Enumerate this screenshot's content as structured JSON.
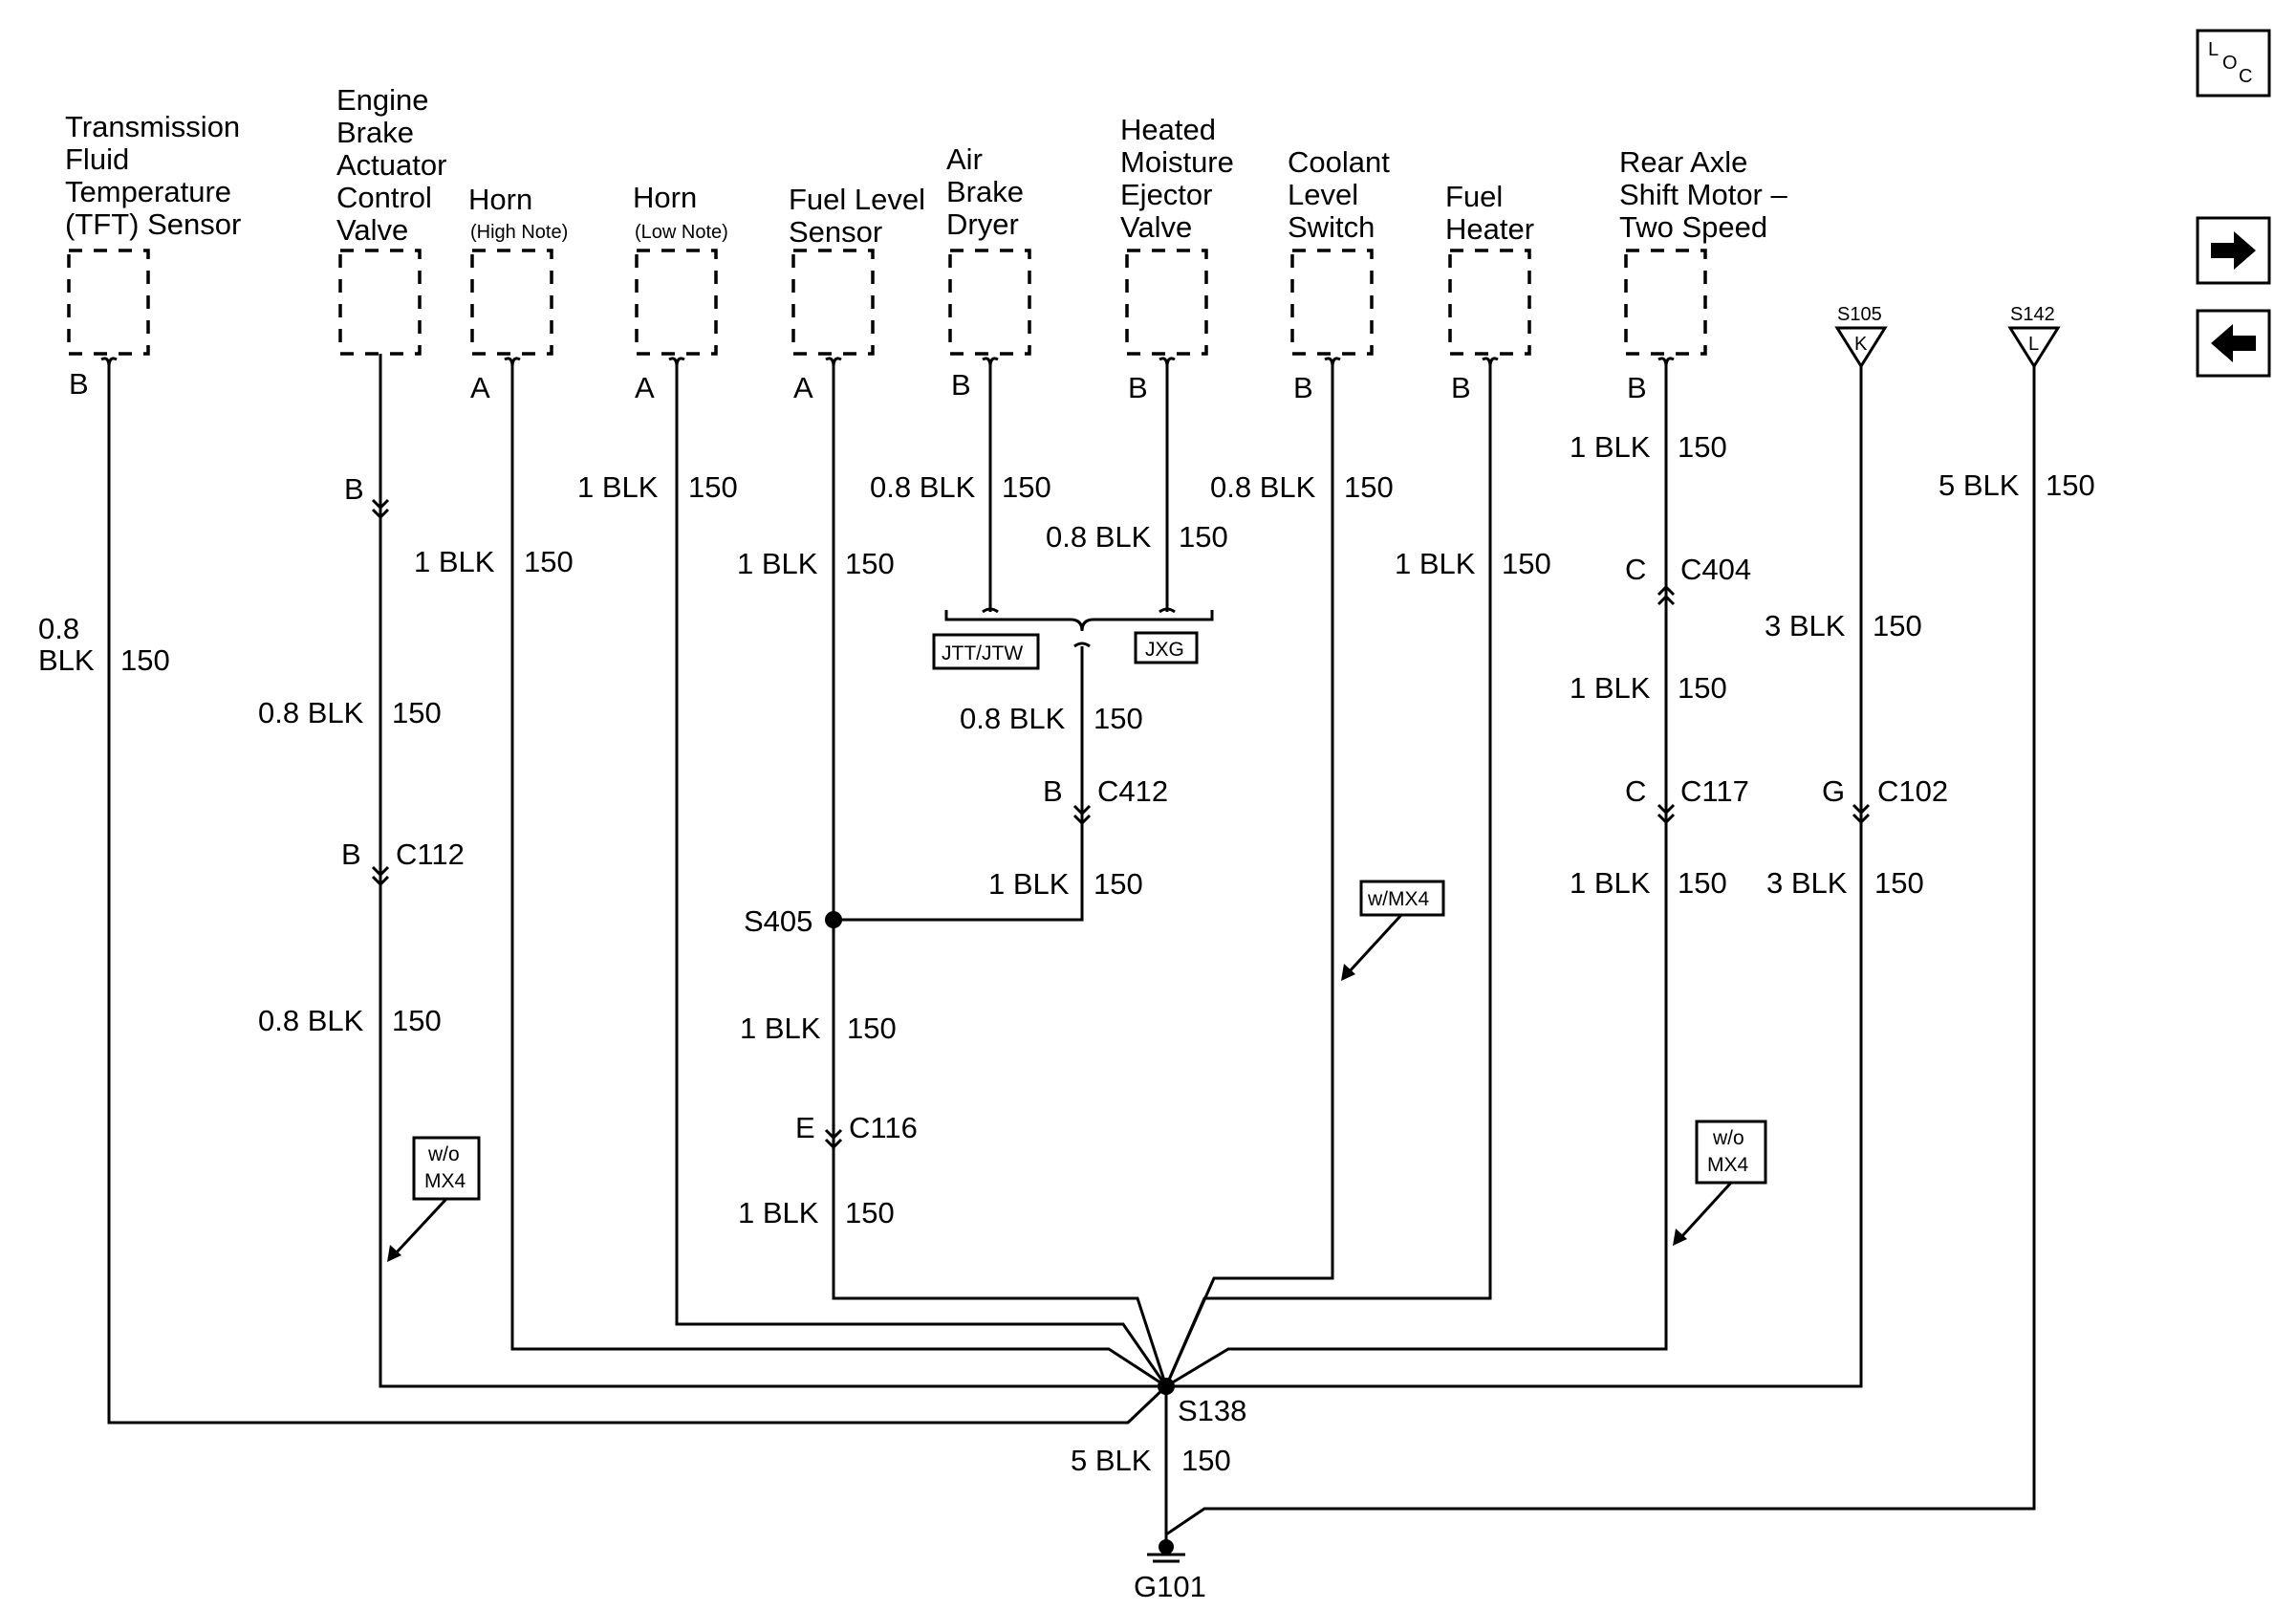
{
  "components": {
    "tft": {
      "line1": "Transmission",
      "line2": "Fluid",
      "line3": "Temperature",
      "line4": "(TFT) Sensor",
      "pin": "B"
    },
    "engine_brake": {
      "line1": "Engine",
      "line2": "Brake",
      "line3": "Actuator",
      "line4": "Control",
      "line5": "Valve"
    },
    "horn_high": {
      "name": "Horn",
      "sub": "(High Note)",
      "pin": "A"
    },
    "horn_low": {
      "name": "Horn",
      "sub": "(Low Note)",
      "pin": "A"
    },
    "fuel_level": {
      "line1": "Fuel Level",
      "line2": "Sensor",
      "pin": "A"
    },
    "air_brake": {
      "line1": "Air",
      "line2": "Brake",
      "line3": "Dryer",
      "pin": "B"
    },
    "heated_moisture": {
      "line1": "Heated",
      "line2": "Moisture",
      "line3": "Ejector",
      "line4": "Valve",
      "pin": "B"
    },
    "coolant": {
      "line1": "Coolant",
      "line2": "Level",
      "line3": "Switch",
      "pin": "B"
    },
    "fuel_heater": {
      "line1": "Fuel",
      "line2": "Heater",
      "pin": "B"
    },
    "rear_axle": {
      "line1": "Rear Axle",
      "line2": "Shift Motor –",
      "line3": "Two Speed",
      "pin": "B"
    }
  },
  "splices_ref": {
    "s105": {
      "name": "S105",
      "pin": "K"
    },
    "s142": {
      "name": "S142",
      "pin": "L"
    }
  },
  "connectors": {
    "eb_b": "B",
    "c112": {
      "pin": "B",
      "name": "C112"
    },
    "c412": {
      "pin": "B",
      "name": "C412"
    },
    "c116": {
      "pin": "E",
      "name": "C116"
    },
    "c404": {
      "pin": "C",
      "name": "C404"
    },
    "c117": {
      "pin": "C",
      "name": "C117"
    },
    "c102": {
      "pin": "G",
      "name": "C102"
    }
  },
  "splices": {
    "s405": "S405",
    "s138": "S138"
  },
  "ground": "G101",
  "options": {
    "jtt": "JTT/JTW",
    "jxg": "JXG",
    "wmx4": "w/MX4",
    "wo_line1": "w/o",
    "wo_line2": "MX4"
  },
  "wires": {
    "tft_size": "0.8",
    "tft_color": "BLK",
    "tft_circuit": "150",
    "eb1": "0.8 BLK",
    "eb1_c": "150",
    "eb2": "0.8 BLK",
    "eb2_c": "150",
    "hh": "1 BLK",
    "hh_c": "150",
    "hl": "1 BLK",
    "hl_c": "150",
    "fl1": "1 BLK",
    "fl1_c": "150",
    "fl2": "1 BLK",
    "fl2_c": "150",
    "fl3": "1 BLK",
    "fl3_c": "150",
    "ab": "0.8 BLK",
    "ab_c": "150",
    "hm": "0.8 BLK",
    "hm_c": "150",
    "jn1": "0.8 BLK",
    "jn1_c": "150",
    "jn2": "1 BLK",
    "jn2_c": "150",
    "cl": "0.8 BLK",
    "cl_c": "150",
    "fh": "1 BLK",
    "fh_c": "150",
    "ra1": "1 BLK",
    "ra1_c": "150",
    "ra2": "1 BLK",
    "ra2_c": "150",
    "ra3": "1 BLK",
    "ra3_c": "150",
    "k1": "3 BLK",
    "k1_c": "150",
    "k2": "3 BLK",
    "k2_c": "150",
    "l1": "5 BLK",
    "l1_c": "150",
    "gnd": "5 BLK",
    "gnd_c": "150"
  },
  "nav": {
    "loc_l": "L",
    "loc_o": "O",
    "loc_c": "C"
  },
  "icons": [
    "loc-icon",
    "arrow-right-icon",
    "arrow-left-icon",
    "ground-icon"
  ]
}
